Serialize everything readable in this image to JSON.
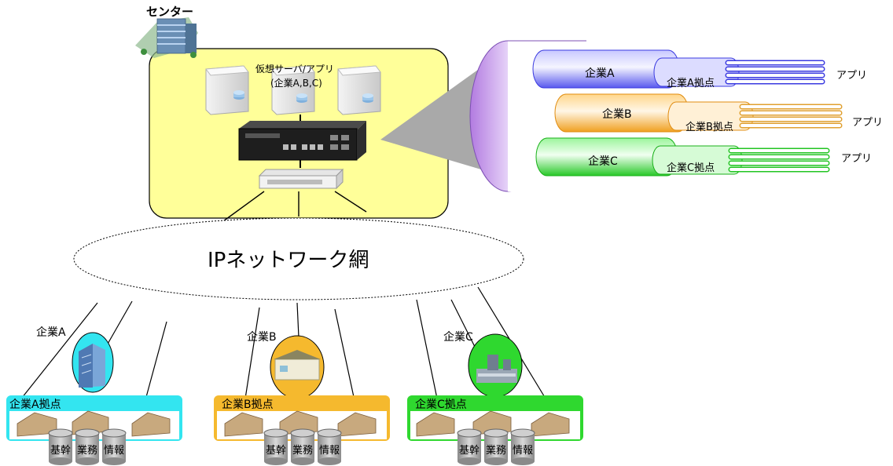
{
  "center": {
    "title": "センター",
    "server_label_1": "仮想サーバ/アプリ",
    "server_label_2": "(企業A,B,C)"
  },
  "network": {
    "label": "IPネットワーク網"
  },
  "cable": {
    "app_label": "アプリ",
    "tubes": [
      {
        "name": "企業A",
        "site": "企業A拠点",
        "color": "#6b6bf5",
        "light": "#d8d8ff"
      },
      {
        "name": "企業B",
        "site": "企業B拠点",
        "color": "#f5a623",
        "light": "#ffe7bd"
      },
      {
        "name": "企業C",
        "site": "企業C拠点",
        "color": "#3bd13b",
        "light": "#c9f7c9"
      }
    ]
  },
  "companies": [
    {
      "name": "企業A",
      "site": "企業A拠点",
      "color": "#33e5f0",
      "db_labels": [
        "基幹",
        "業務",
        "情報"
      ]
    },
    {
      "name": "企業B",
      "site": "企業B拠点",
      "color": "#f5b92e",
      "db_labels": [
        "基幹",
        "業務",
        "情報"
      ]
    },
    {
      "name": "企業C",
      "site": "企業C拠点",
      "color": "#2fd82f",
      "db_labels": [
        "基幹",
        "業務",
        "情報"
      ]
    }
  ]
}
